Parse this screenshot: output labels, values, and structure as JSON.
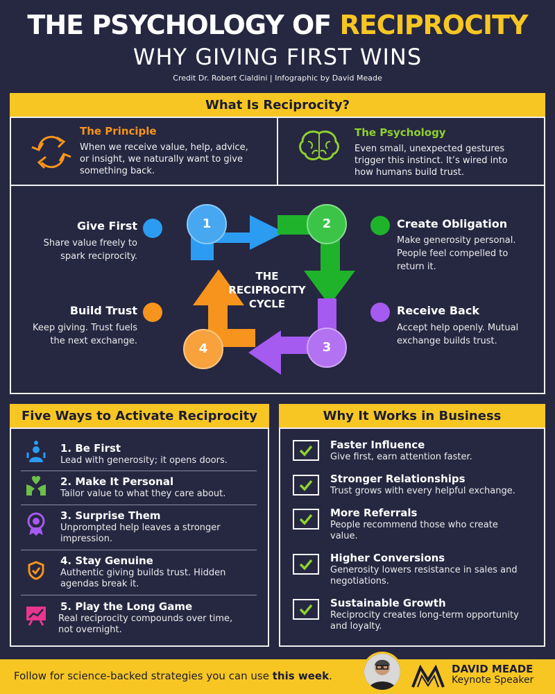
{
  "header": {
    "title_main": "THE PSYCHOLOGY OF ",
    "title_highlight": "RECIPROCITY",
    "subtitle": "WHY GIVING FIRST WINS",
    "credit": "Credit Dr. Robert Cialdini | Infographic by David Meade"
  },
  "what_is": {
    "heading": "What Is Reciprocity?",
    "principle": {
      "title": "The Principle",
      "text_lines": [
        "When we receive value, help, advice,",
        "or insight, we naturally want to give",
        "something back."
      ],
      "icon": "cycle-arrows-icon"
    },
    "psychology": {
      "title": "The Psychology",
      "text_lines": [
        "Even small, unexpected gestures",
        "trigger this instinct. It’s wired into",
        "how humans build trust."
      ],
      "icon": "brain-icon"
    }
  },
  "cycle": {
    "center_lines": [
      "THE",
      "RECIPROCITY",
      "CYCLE"
    ],
    "steps": [
      {
        "num": "1",
        "title": "Give First",
        "lines": [
          "Share value freely to",
          "spark reciprocity."
        ],
        "color": "#2b9cf2"
      },
      {
        "num": "2",
        "title": "Create Obligation",
        "lines": [
          "Make generosity personal.",
          "People feel compelled to",
          "return it."
        ],
        "color": "#1fb32c"
      },
      {
        "num": "3",
        "title": "Receive Back",
        "lines": [
          "Accept help openly. Mutual",
          "exchange builds trust."
        ],
        "color": "#a55af0"
      },
      {
        "num": "4",
        "title": "Build Trust",
        "lines": [
          "Keep giving. Trust fuels",
          "the next exchange."
        ],
        "color": "#f7941d"
      }
    ]
  },
  "five_ways": {
    "heading": "Five Ways to Activate Reciprocity",
    "items": [
      {
        "title": "1. Be First",
        "lines": [
          "Lead with generosity; it opens doors."
        ],
        "icon": "person-star-icon",
        "color": "#2b9cf2"
      },
      {
        "title": "2. Make It Personal",
        "lines": [
          "Tailor value to what they care about."
        ],
        "icon": "hands-heart-icon",
        "color": "#6cc04a"
      },
      {
        "title": "3. Surprise Them",
        "lines": [
          "Unprompted help leaves a stronger",
          "impression."
        ],
        "icon": "badge-icon",
        "color": "#a55af0"
      },
      {
        "title": "4. Stay Genuine",
        "lines": [
          "Authentic giving builds trust. Hidden",
          "agendas break it."
        ],
        "icon": "shield-check-icon",
        "color": "#f7941d"
      },
      {
        "title": "5. Play the Long Game",
        "lines": [
          "Real reciprocity compounds over time,",
          "not overnight."
        ],
        "icon": "chart-icon",
        "color": "#e8368f"
      }
    ]
  },
  "why_works": {
    "heading": "Why It Works in Business",
    "items": [
      {
        "title": "Faster Influence",
        "lines": [
          "Give first, earn attention faster."
        ]
      },
      {
        "title": "Stronger Relationships",
        "lines": [
          "Trust grows with every helpful exchange."
        ]
      },
      {
        "title": "More Referrals",
        "lines": [
          "People recommend those who create",
          "value."
        ]
      },
      {
        "title": "Higher Conversions",
        "lines": [
          "Generosity lowers resistance in sales and",
          "negotiations."
        ]
      },
      {
        "title": "Sustainable Growth",
        "lines": [
          "Reciprocity creates long-term opportunity",
          "and loyalty."
        ]
      }
    ]
  },
  "footer": {
    "text_start": "Follow for science-backed strategies you can use ",
    "text_bold": "this week",
    "text_end": ".",
    "name": "DAVID MEADE",
    "role": "Keynote Speaker",
    "logo_icon": "dm-logo-icon"
  },
  "colors": {
    "accent": "#f7c623",
    "background": "#262741",
    "orange": "#f7941d",
    "green": "#8fd130"
  }
}
